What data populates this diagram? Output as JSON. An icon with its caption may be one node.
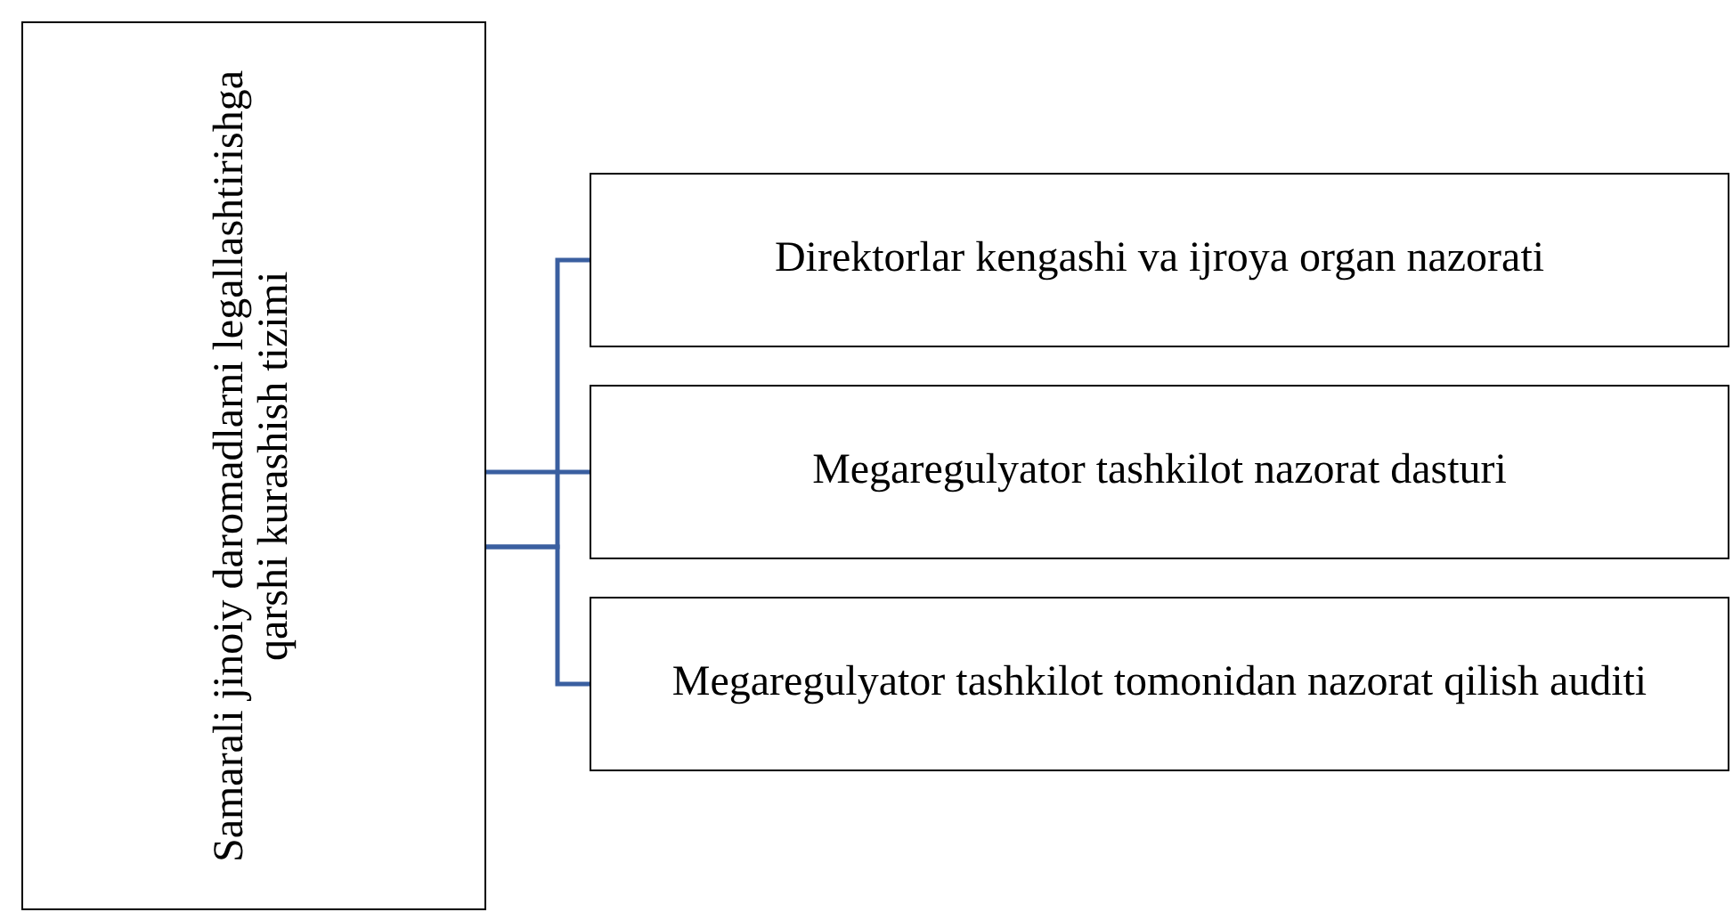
{
  "diagram": {
    "nodes": [
      {
        "text": [
          "Samarali jinoiy daromadlarni legallashtirishga qarshi kurashish tizimi"
        ]
      },
      {
        "text": [
          "Direktorlar kengashi va ijroya organ nazorati"
        ]
      },
      {
        "text": [
          "Megaregulyator tashkilot nazorat dasturi"
        ]
      },
      {
        "text": [
          "Megaregulyator tashkilot tomonidan nazorat qilish auditi"
        ]
      }
    ],
    "edges": [
      {
        "from": 0,
        "to": 1,
        "arrow": "none"
      },
      {
        "from": 0,
        "to": 2,
        "arrow": "none"
      },
      {
        "from": 0,
        "to": 3,
        "arrow": "none"
      }
    ]
  }
}
